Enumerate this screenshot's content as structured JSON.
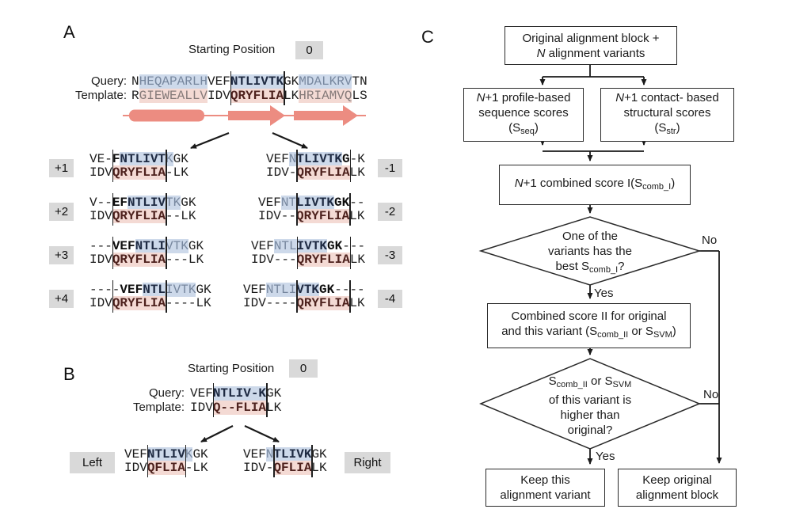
{
  "colors": {
    "query_highlight": "#cdd9ea",
    "template_highlight": "#f4dad4",
    "secondary_structure": "#ec8c81",
    "label_box_gray": "#d9d9d9"
  },
  "panelA": {
    "label": "A",
    "starting_position": {
      "label": "Starting Position",
      "value": "0"
    },
    "query_label": "Query:",
    "template_label": "Template:",
    "original": {
      "lines": [
        [
          {
            "t": "N",
            "s": "n"
          },
          {
            "t": "HEQAPARLH",
            "s": "qh"
          },
          {
            "t": "VEF",
            "s": "n"
          },
          {
            "t": "NTLIVTK",
            "s": "qb"
          },
          {
            "t": "GK",
            "s": "n"
          },
          {
            "t": "MDALKRV",
            "s": "qh"
          },
          {
            "t": "TN",
            "s": "n"
          }
        ],
        [
          {
            "t": "R",
            "s": "n"
          },
          {
            "t": "GIEWEALLV",
            "s": "th"
          },
          {
            "t": "IDV",
            "s": "n"
          },
          {
            "t": "QRYFLIA",
            "s": "tb"
          },
          {
            "t": "LK",
            "s": "n"
          },
          {
            "t": "HRIAMVQ",
            "s": "th"
          },
          {
            "t": "LS",
            "s": "n"
          }
        ]
      ],
      "bars": [
        13,
        20
      ]
    },
    "variants_left": [
      {
        "label": "+1",
        "bars": [
          3,
          10
        ],
        "lines": [
          [
            {
              "t": "VE-",
              "s": "n"
            },
            {
              "t": "F",
              "s": "bb"
            },
            {
              "t": "NTLIVT",
              "s": "qb"
            },
            {
              "t": "K",
              "s": "qh"
            },
            {
              "t": "GK",
              "s": "n"
            }
          ],
          [
            {
              "t": "IDV",
              "s": "n"
            },
            {
              "t": "QRYFLIA",
              "s": "tb"
            },
            {
              "t": "-LK",
              "s": "n"
            }
          ]
        ]
      },
      {
        "label": "+2",
        "bars": [
          3,
          10
        ],
        "lines": [
          [
            {
              "t": "V--",
              "s": "n"
            },
            {
              "t": "EF",
              "s": "bb"
            },
            {
              "t": "NTLIV",
              "s": "qb"
            },
            {
              "t": "TK",
              "s": "qh"
            },
            {
              "t": "GK",
              "s": "n"
            }
          ],
          [
            {
              "t": "IDV",
              "s": "n"
            },
            {
              "t": "QRYFLIA",
              "s": "tb"
            },
            {
              "t": "--LK",
              "s": "n"
            }
          ]
        ]
      },
      {
        "label": "+3",
        "bars": [
          3,
          10
        ],
        "lines": [
          [
            {
              "t": "---",
              "s": "n"
            },
            {
              "t": "VEF",
              "s": "bb"
            },
            {
              "t": "NTLI",
              "s": "qb"
            },
            {
              "t": "VTK",
              "s": "qh"
            },
            {
              "t": "GK",
              "s": "n"
            }
          ],
          [
            {
              "t": "IDV",
              "s": "n"
            },
            {
              "t": "QRYFLIA",
              "s": "tb"
            },
            {
              "t": "---LK",
              "s": "n"
            }
          ]
        ]
      },
      {
        "label": "+4",
        "bars": [
          3,
          10
        ],
        "lines": [
          [
            {
              "t": "----",
              "s": "n"
            },
            {
              "t": "VEF",
              "s": "bb"
            },
            {
              "t": "NTL",
              "s": "qb"
            },
            {
              "t": "IVTK",
              "s": "qh"
            },
            {
              "t": "GK",
              "s": "n"
            }
          ],
          [
            {
              "t": "IDV",
              "s": "n"
            },
            {
              "t": "QRYFLIA",
              "s": "tb"
            },
            {
              "t": "----LK",
              "s": "n"
            }
          ]
        ]
      }
    ],
    "variants_right": [
      {
        "label": "-1",
        "bars": [
          4,
          11
        ],
        "lines": [
          [
            {
              "t": "VEF",
              "s": "n"
            },
            {
              "t": "N",
              "s": "qh"
            },
            {
              "t": "TLIVTK",
              "s": "qb"
            },
            {
              "t": "G",
              "s": "bb"
            },
            {
              "t": "-K",
              "s": "n"
            }
          ],
          [
            {
              "t": "IDV-",
              "s": "n"
            },
            {
              "t": "QRYFLIA",
              "s": "tb"
            },
            {
              "t": "LK",
              "s": "n"
            }
          ]
        ]
      },
      {
        "label": "-2",
        "bars": [
          5,
          12
        ],
        "lines": [
          [
            {
              "t": "VEF",
              "s": "n"
            },
            {
              "t": "NT",
              "s": "qh"
            },
            {
              "t": "LIVTK",
              "s": "qb"
            },
            {
              "t": "GK",
              "s": "bb"
            },
            {
              "t": "--",
              "s": "n"
            }
          ],
          [
            {
              "t": "IDV--",
              "s": "n"
            },
            {
              "t": "QRYFLIA",
              "s": "tb"
            },
            {
              "t": "LK",
              "s": "n"
            }
          ]
        ]
      },
      {
        "label": "-3",
        "bars": [
          6,
          13
        ],
        "lines": [
          [
            {
              "t": "VEF",
              "s": "n"
            },
            {
              "t": "NTL",
              "s": "qh"
            },
            {
              "t": "IVTK",
              "s": "qb"
            },
            {
              "t": "GK",
              "s": "bb"
            },
            {
              "t": "---",
              "s": "n"
            }
          ],
          [
            {
              "t": "IDV---",
              "s": "n"
            },
            {
              "t": "QRYFLIA",
              "s": "tb"
            },
            {
              "t": "LK",
              "s": "n"
            }
          ]
        ]
      },
      {
        "label": "-4",
        "bars": [
          7,
          14
        ],
        "lines": [
          [
            {
              "t": "VEF",
              "s": "n"
            },
            {
              "t": "NTLI",
              "s": "qh"
            },
            {
              "t": "VTK",
              "s": "qb"
            },
            {
              "t": "GK",
              "s": "bb"
            },
            {
              "t": "----",
              "s": "n"
            }
          ],
          [
            {
              "t": "IDV----",
              "s": "n"
            },
            {
              "t": "QRYFLIA",
              "s": "tb"
            },
            {
              "t": "LK",
              "s": "n"
            }
          ]
        ]
      }
    ]
  },
  "panelB": {
    "label": "B",
    "starting_position": {
      "label": "Starting Position",
      "value": "0"
    },
    "query_label": "Query:",
    "template_label": "Template:",
    "left_label": "Left",
    "right_label": "Right",
    "original": {
      "bars": [
        3,
        10
      ],
      "lines": [
        [
          {
            "t": "VEF",
            "s": "n"
          },
          {
            "t": "NTLIV-K",
            "s": "qb"
          },
          {
            "t": "GK",
            "s": "n"
          }
        ],
        [
          {
            "t": "IDV",
            "s": "n"
          },
          {
            "t": "Q--FLIA",
            "s": "tb"
          },
          {
            "t": "LK",
            "s": "n"
          }
        ]
      ]
    },
    "variant_left": {
      "bars": [
        3,
        8
      ],
      "lines": [
        [
          {
            "t": "VEF",
            "s": "n"
          },
          {
            "t": "NTLIV",
            "s": "qb"
          },
          {
            "t": "K",
            "s": "qh"
          },
          {
            "t": "GK",
            "s": "n"
          }
        ],
        [
          {
            "t": "IDV",
            "s": "n"
          },
          {
            "t": "QFLIA",
            "s": "tb"
          },
          {
            "t": "-LK",
            "s": "n"
          }
        ]
      ]
    },
    "variant_right": {
      "bars": [
        4,
        9
      ],
      "lines": [
        [
          {
            "t": "VEF",
            "s": "n"
          },
          {
            "t": "N",
            "s": "qh"
          },
          {
            "t": "TLIVK",
            "s": "qb"
          },
          {
            "t": "GK",
            "s": "n"
          }
        ],
        [
          {
            "t": "IDV-",
            "s": "n"
          },
          {
            "t": "QFLIA",
            "s": "tb"
          },
          {
            "t": "LK",
            "s": "n"
          }
        ]
      ]
    }
  },
  "panelC": {
    "label": "C",
    "yes_label": "Yes",
    "no_label": "No",
    "box_top": [
      [
        {
          "t": "Original alignment block +"
        }
      ],
      [
        {
          "t": "N",
          "i": true
        },
        {
          "t": " alignment variants"
        }
      ]
    ],
    "box_seq_scores": [
      [
        {
          "t": "N",
          "i": true
        },
        {
          "t": "+1 profile-based"
        }
      ],
      [
        {
          "t": "sequence scores"
        }
      ],
      [
        {
          "t": "(S"
        },
        {
          "t": "seq",
          "sub": true
        },
        {
          "t": ")"
        }
      ]
    ],
    "box_str_scores": [
      [
        {
          "t": "N",
          "i": true
        },
        {
          "t": "+1 contact- based"
        }
      ],
      [
        {
          "t": "structural scores"
        }
      ],
      [
        {
          "t": "(S"
        },
        {
          "t": "str",
          "sub": true
        },
        {
          "t": ")"
        }
      ]
    ],
    "box_combined": [
      [
        {
          "t": "N",
          "i": true
        },
        {
          "t": "+1 combined score I(S"
        },
        {
          "t": "comb_I",
          "sub": true
        },
        {
          "t": ")"
        }
      ]
    ],
    "diamond_best": [
      [
        {
          "t": "One of the"
        }
      ],
      [
        {
          "t": "variants has the"
        }
      ],
      [
        {
          "t": "best S"
        },
        {
          "t": "comb_I",
          "sub": true
        },
        {
          "t": "?"
        }
      ]
    ],
    "box_combined2": [
      [
        {
          "t": "Combined score II for original"
        }
      ],
      [
        {
          "t": "and this variant (S"
        },
        {
          "t": "comb_II",
          "sub": true
        },
        {
          "t": " or S"
        },
        {
          "t": "SVM",
          "sub": true
        },
        {
          "t": ")"
        }
      ]
    ],
    "diamond_higher": [
      [
        {
          "t": "S"
        },
        {
          "t": "comb_II",
          "sub": true
        },
        {
          "t": " or S"
        },
        {
          "t": "SVM",
          "sub": true
        }
      ],
      [
        {
          "t": "of this variant is"
        }
      ],
      [
        {
          "t": "higher than"
        }
      ],
      [
        {
          "t": "original?"
        }
      ]
    ],
    "box_keep_variant": [
      [
        {
          "t": "Keep this"
        }
      ],
      [
        {
          "t": "alignment variant"
        }
      ]
    ],
    "box_keep_original": [
      [
        {
          "t": "Keep original"
        }
      ],
      [
        {
          "t": "alignment block"
        }
      ]
    ]
  }
}
